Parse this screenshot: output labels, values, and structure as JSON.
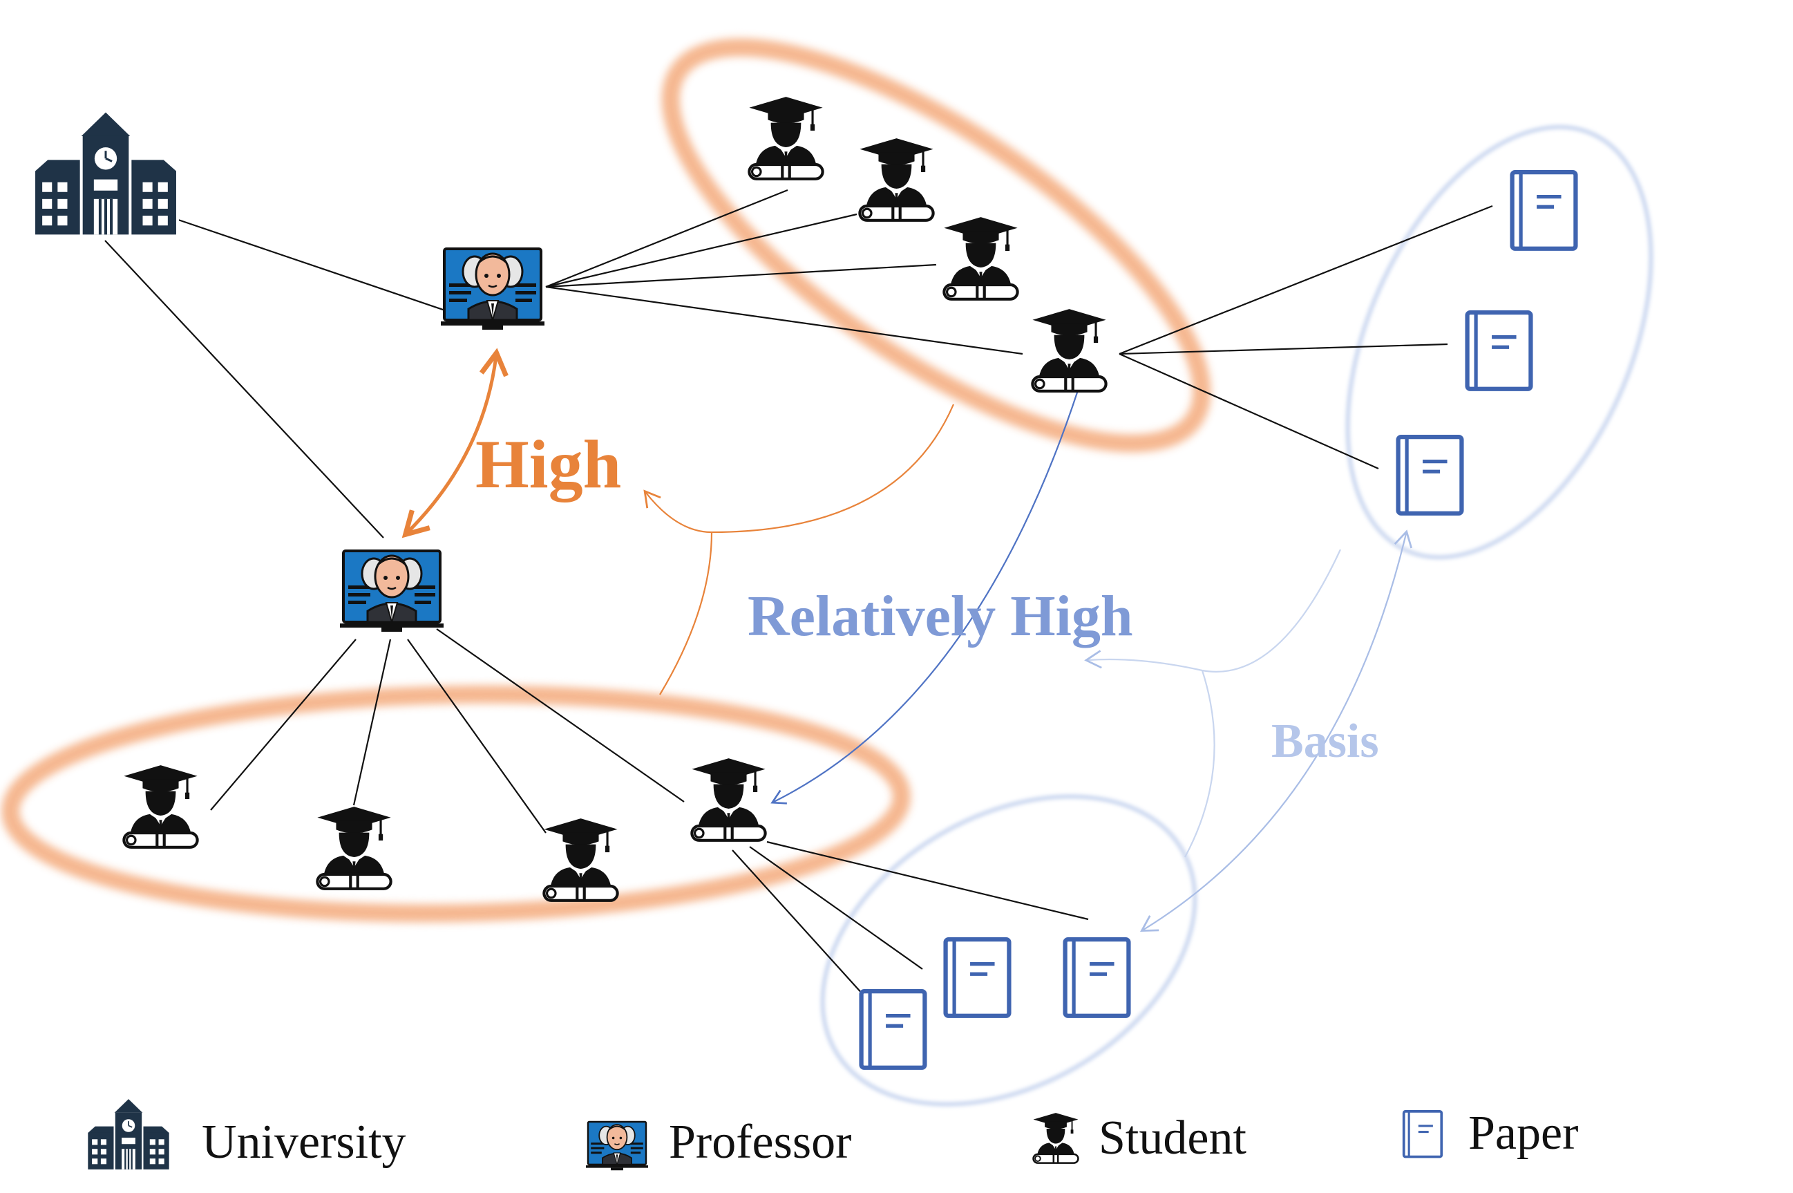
{
  "colors": {
    "high": "#e8833a",
    "relatively_high": "#7f9ad6",
    "basis": "#b5c6ea",
    "edge": "#111111",
    "paper": "#3f64b0",
    "university": "#1f3347",
    "professor_screen": "#1b78c4",
    "student": "#111111",
    "orange_ring": "#f5b48a",
    "blue_ring": "#c9d6ef"
  },
  "icons": {
    "university": "university-building-icon",
    "professor": "professor-monitor-icon",
    "student": "graduate-student-icon",
    "paper": "paper-document-icon"
  },
  "annotations": {
    "high": "High",
    "relatively_high": "Relatively High",
    "basis": "Basis"
  },
  "legend": {
    "university": "University",
    "professor": "Professor",
    "student": "Student",
    "paper": "Paper"
  }
}
